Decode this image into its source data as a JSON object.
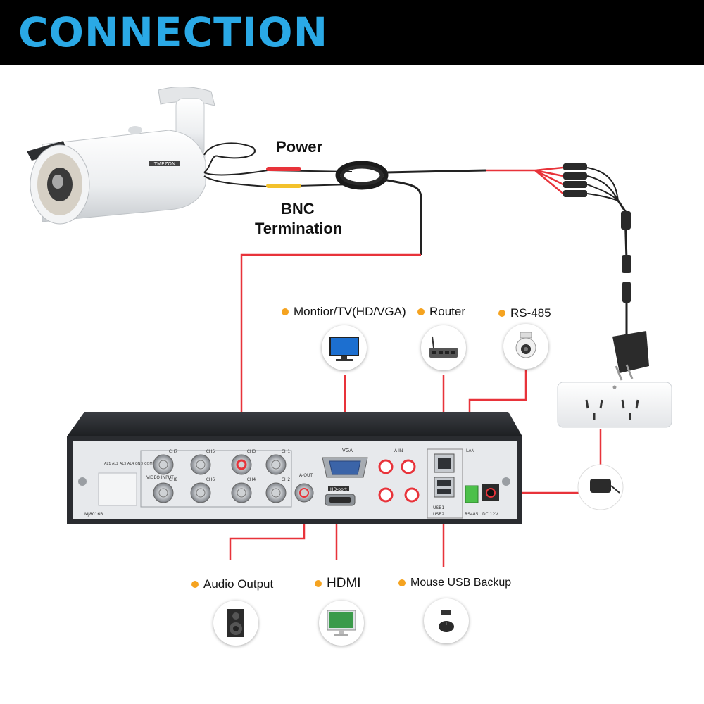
{
  "header": {
    "title": "CONNECTION",
    "title_color": "#2aa9e6",
    "background": "#000000"
  },
  "camera_labels": {
    "power": "Power",
    "bnc_line1": "BNC",
    "bnc_line2": "Termination"
  },
  "camera": {
    "brand": "TMEZON"
  },
  "devices_top": [
    {
      "label": "Montior/TV(HD/VGA)",
      "icon": "monitor-icon"
    },
    {
      "label": "Router",
      "icon": "router-icon"
    },
    {
      "label": "RS-485",
      "icon": "ptz-camera-icon"
    }
  ],
  "devices_bottom": [
    {
      "label": "Audio Output",
      "icon": "speaker-icon"
    },
    {
      "label": "HDMI",
      "icon": "imac-icon"
    },
    {
      "label": "Mouse USB Backup",
      "icon": "mouse-icon"
    }
  ],
  "dvr_panel": {
    "ch_top": [
      "CH7",
      "CH5",
      "CH3",
      "CH1"
    ],
    "ch_bottom": [
      "CH8",
      "CH6",
      "CH4",
      "CH2"
    ],
    "video_input": "VIDEO INPUT",
    "a_out": "A-OUT",
    "vga": "VGA",
    "a_in": "A-IN",
    "hd_port": "HD-port",
    "lan": "LAN",
    "usb1": "USB1",
    "usb2": "USB2",
    "rs485": "RS485",
    "dc": "DC 12V",
    "model": "MJ8016B"
  },
  "colors": {
    "wire": "#e8333a",
    "dot": "#f5a320",
    "cable": "#222222"
  }
}
